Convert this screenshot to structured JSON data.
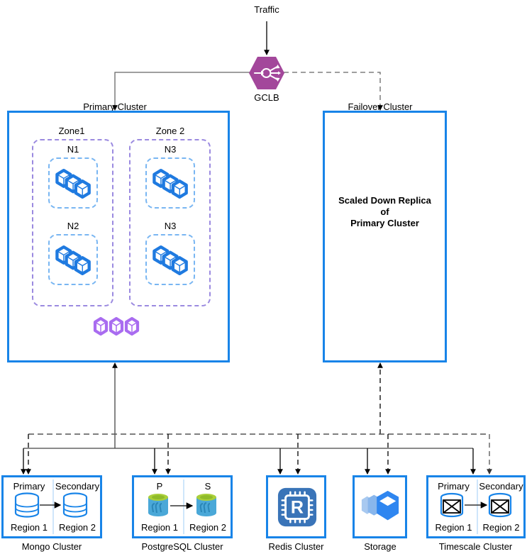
{
  "diagram": {
    "title_traffic": "Traffic",
    "gclb": {
      "label": "GCLB",
      "icon": "load-balancer-icon",
      "color": "#a3479b"
    }
  },
  "clusters": {
    "primary": {
      "label": "Primary Cluster",
      "zones": [
        {
          "label": "Zone1",
          "nodes": [
            {
              "label": "N1",
              "icon": "three-cubes-icon"
            },
            {
              "label": "N2",
              "icon": "three-cubes-icon"
            }
          ]
        },
        {
          "label": "Zone 2",
          "nodes": [
            {
              "label": "N3",
              "icon": "three-cubes-icon"
            },
            {
              "label": "N3",
              "icon": "three-cubes-icon"
            }
          ]
        }
      ],
      "footer_icon": "three-purple-hex-cubes-icon"
    },
    "failover": {
      "label": "Failover Cluster",
      "body_line1": "Scaled Down Replica",
      "body_line2": "of",
      "body_line3": "Primary Cluster"
    }
  },
  "datastores": [
    {
      "caption": "Mongo Cluster",
      "left": {
        "role": "Primary",
        "region": "Region 1",
        "icon": "mongo-db-icon"
      },
      "right": {
        "role": "Secondary",
        "region": "Region 2",
        "icon": "mongo-db-icon"
      },
      "replication": true
    },
    {
      "caption": "PostgreSQL Cluster",
      "left": {
        "role": "P",
        "region": "Region 1",
        "icon": "postgresql-db-icon"
      },
      "right": {
        "role": "S",
        "region": "Region 2",
        "icon": "postgresql-db-icon"
      },
      "replication": true
    },
    {
      "caption": "Redis Cluster",
      "icon": "redis-icon",
      "replication": false
    },
    {
      "caption": "Storage",
      "icon": "storage-boxes-icon",
      "replication": false
    },
    {
      "caption": "Timescale Cluster",
      "left": {
        "role": "Primary",
        "region": "Region 1",
        "icon": "timescale-db-icon"
      },
      "right": {
        "role": "Secondary",
        "region": "Region 2",
        "icon": "timescale-db-icon"
      },
      "replication": true
    }
  ],
  "colors": {
    "box_border": "#1884e8",
    "zone_dash": "#9b8ae0",
    "node_dash": "#79b6f2",
    "gclb_purple": "#a3479b",
    "cube_blue": "#1f7ae0",
    "purple_cube": "#a96cf0",
    "redis_blue": "#3a74b8",
    "wire_gray": "#666666",
    "wire_black": "#000000"
  }
}
